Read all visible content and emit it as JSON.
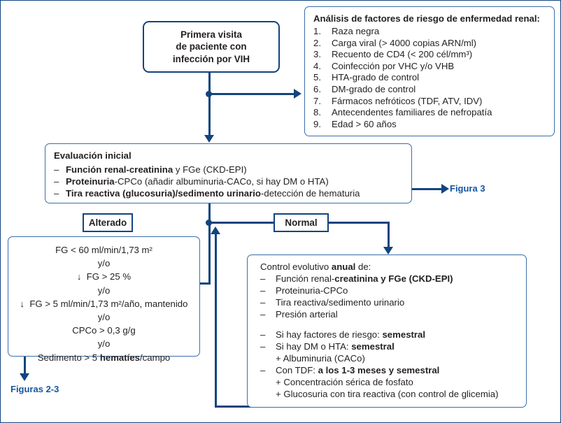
{
  "colors": {
    "line": "#13447e",
    "box_border": "#3a6ea8",
    "link": "#1455a0",
    "text": "#231f20"
  },
  "first_visit": {
    "line1": "Primera visita",
    "line2": "de paciente con",
    "line3": "infección por VIH"
  },
  "risk_box": {
    "title": "Análisis de factores de riesgo de enfermedad renal:",
    "items": [
      {
        "num": "1.",
        "text": "Raza negra"
      },
      {
        "num": "2.",
        "text": "Carga viral (> 4000 copias ARN/ml)"
      },
      {
        "num": "3.",
        "text": "Recuento de CD4 (< 200 cél/mm³)"
      },
      {
        "num": "4.",
        "text": "Coinfección por VHC y/o VHB"
      },
      {
        "num": "5.",
        "text": "HTA-grado de control"
      },
      {
        "num": "6.",
        "text": "DM-grado de control"
      },
      {
        "num": "7.",
        "text": "Fármacos nefróticos (TDF, ATV, IDV)"
      },
      {
        "num": "8.",
        "text": "Antecendentes familiares de nefropatía"
      },
      {
        "num": "9.",
        "text": "Edad > 60 años"
      }
    ]
  },
  "eval_box": {
    "title": "Evaluación inicial",
    "dash": "–",
    "items": [
      {
        "bold": "Función renal-creatinina",
        "rest": " y FGe (CKD-EPI)"
      },
      {
        "bold": "Proteinuria",
        "rest": "-CPCo (añadir albuminuria-CACo, si hay DM o HTA)"
      },
      {
        "bold": "Tira reactiva (glucosuria)/sedimento urinario",
        "rest": "-detección de hematuria"
      }
    ]
  },
  "labels": {
    "altered": "Alterado",
    "normal": "Normal"
  },
  "altered_box": {
    "yo": "y/o",
    "arrow": "↓",
    "lines": [
      {
        "prefix": "",
        "text": "FG < 60 ml/min/1,73 m²",
        "bold": ""
      },
      {
        "prefix": "↓",
        "text": "FG > 25 %",
        "bold": ""
      },
      {
        "prefix": "↓",
        "text": "FG > 5 ml/min/1,73 m²/año, mantenido",
        "bold": ""
      },
      {
        "prefix": "",
        "text": "CPCo > 0,3 g/g",
        "bold": ""
      },
      {
        "prefix": "",
        "text": "Sedimento > 5 ",
        "bold": "hematíes",
        "suffix": "/campo"
      }
    ]
  },
  "control_box": {
    "lead_a": "Control evolutivo ",
    "lead_b": "anual",
    "lead_c": " de:",
    "dash": "–",
    "group1": [
      {
        "plain": "Función renal-",
        "bold": "creatinina y FGe (CKD-EPI)",
        "tail": ""
      },
      {
        "plain": "Proteinuria-CPCo",
        "bold": "",
        "tail": ""
      },
      {
        "plain": "Tira reactiva/sedimento urinario",
        "bold": "",
        "tail": ""
      },
      {
        "plain": "Presión arterial",
        "bold": "",
        "tail": ""
      }
    ],
    "group2": [
      {
        "plain": "Si hay factores de riesgo: ",
        "bold": "semestral",
        "tail": ""
      },
      {
        "plain": "Si hay DM o HTA: ",
        "bold": "semestral",
        "tail": ""
      }
    ],
    "sub1": "+ Albuminuria (CACo)",
    "group3": [
      {
        "plain": "Con TDF: ",
        "bold": "a los 1-3 meses y semestral",
        "tail": ""
      }
    ],
    "sub2": "+ Concentración sérica de fosfato",
    "sub3": "+ Glucosuria con tira reactiva (con control de glicemia)"
  },
  "figure_links": {
    "figura3": "Figura 3",
    "figuras23": "Figuras 2-3"
  }
}
